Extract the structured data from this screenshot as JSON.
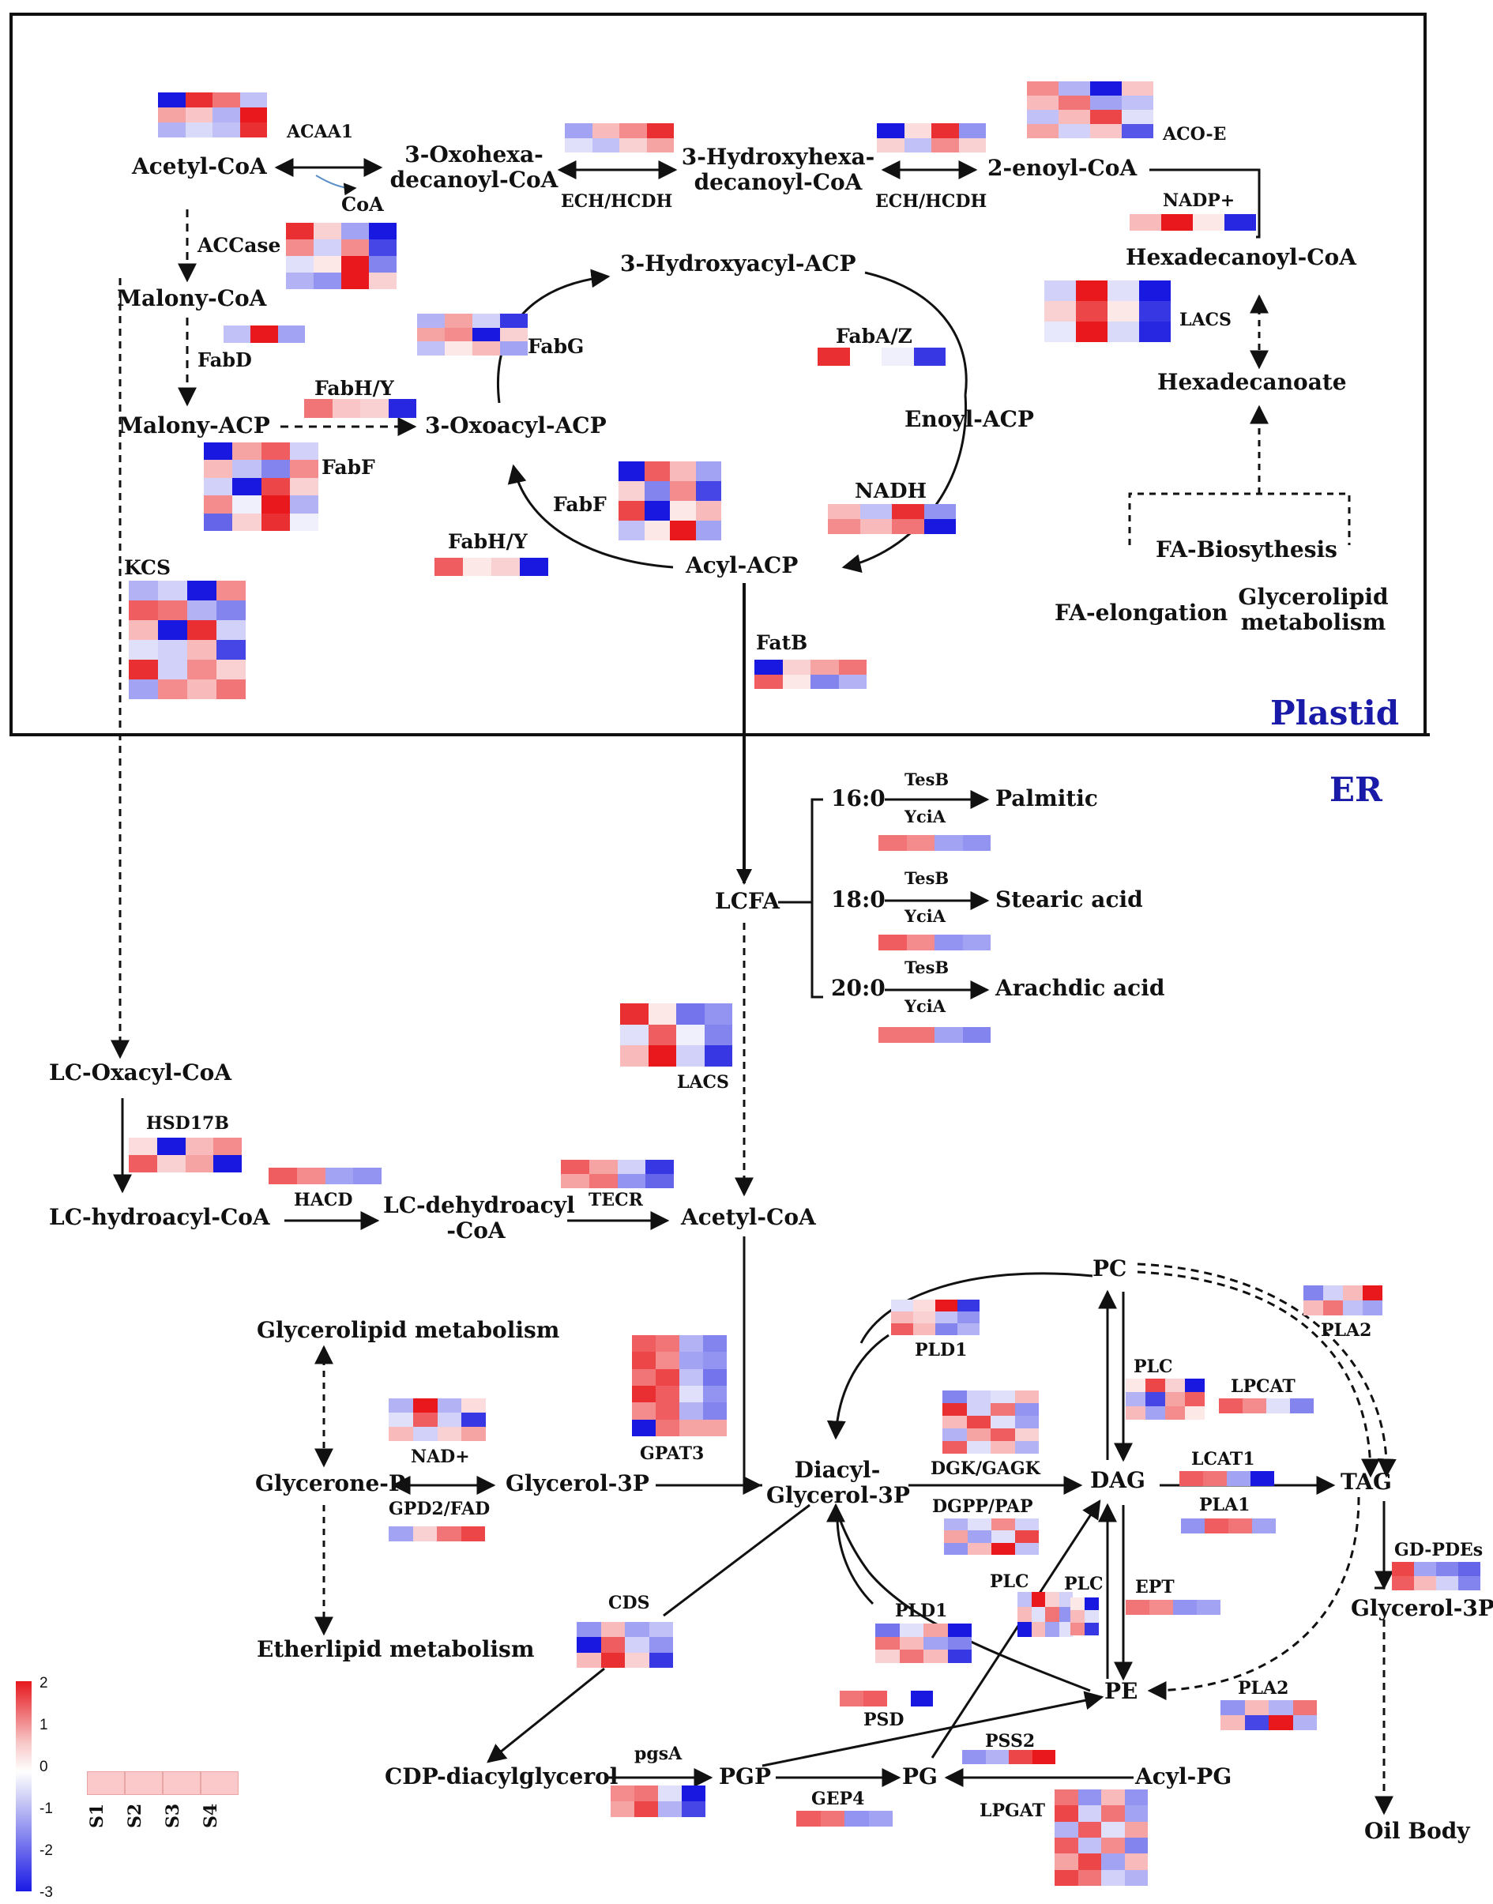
{
  "regions": {
    "plastid": "Plastid",
    "er": "ER"
  },
  "metabolites": {
    "acetyl_coa_top": "Acetyl-CoA",
    "oxohexa_1": "3-Oxohexa-",
    "oxohexa_2": "decanoyl-CoA",
    "hydroxyhexa_1": "3-Hydroxyhexa-",
    "hydroxyhexa_2": "decanoyl-CoA",
    "enoyl_coa": "2-enoyl-CoA",
    "coa": "CoA",
    "nadp": "NADP+",
    "hexadecanoyl_coa": "Hexadecanoyl-CoA",
    "hexadecanoate": "Hexadecanoate",
    "malony_coa": "Malony-CoA",
    "malony_acp": "Malony-ACP",
    "oxoacyl_acp": "3-Oxoacyl-ACP",
    "hydroxyacyl_acp": "3-Hydroxyacyl-ACP",
    "enoyl_acp": "Enoyl-ACP",
    "acyl_acp": "Acyl-ACP",
    "nadh": "NADH",
    "fa_biosynthesis": "FA-Biosythesis",
    "fa_elongation": "FA-elongation",
    "glycerolipid_met_1": "Glycerolipid",
    "glycerolipid_met_2": "metabolism",
    "lcfa": "LCFA",
    "c16": "16:0",
    "c18": "18:0",
    "c20": "20:0",
    "palmitic": "Palmitic",
    "stearic": "Stearic acid",
    "arachdic": "Arachdic acid",
    "lc_oxacyl_coa": "LC-Oxacyl-CoA",
    "lc_hydroacyl_coa": "LC-hydroacyl-CoA",
    "lc_dehydroacyl_1": "LC-dehydroacyl",
    "lc_dehydroacyl_2": "-CoA",
    "acetyl_coa_er": "Acetyl-CoA",
    "glycerolipid_metabolism": "Glycerolipid metabolism",
    "glycerone_p": "Glycerone-P",
    "glycerol_3p": "Glycerol-3P",
    "nad": "NAD+",
    "etherlipid": "Etherlipid metabolism",
    "diacyl_1": "Diacyl-",
    "diacyl_2": "Glycerol-3P",
    "pc": "PC",
    "dag": "DAG",
    "tag": "TAG",
    "pe": "PE",
    "glycerol_3p_right": "Glycerol-3P",
    "oil_body": "Oil Body",
    "cdp_dag": "CDP-diacylglycerol",
    "pgp": "PGP",
    "pg": "PG",
    "acyl_pg": "Acyl-PG"
  },
  "enzymes": {
    "acaa1": "ACAA1",
    "ech1": "ECH/HCDH",
    "ech2": "ECH/HCDH",
    "aco_e": "ACO-E",
    "accase": "ACCase",
    "lacs_top": "LACS",
    "fabd": "FabD",
    "fabg": "FabG",
    "fabaz": "FabA/Z",
    "fabhy1": "FabH/Y",
    "fabf1": "FabF",
    "fabf2": "FabF",
    "fabhy2": "FabH/Y",
    "kcs": "KCS",
    "fatb": "FatB",
    "tesb1": "TesB",
    "ycia1": "YciA",
    "tesb2": "TesB",
    "ycia2": "YciA",
    "tesb3": "TesB",
    "ycia3": "YciA",
    "lacs_er": "LACS",
    "hsd17b": "HSD17B",
    "hacd": "HACD",
    "tecr": "TECR",
    "gpd2": "GPD2/FAD",
    "gpat3": "GPAT3",
    "pld1_top": "PLD1",
    "pla2_top": "PLA2",
    "plc1": "PLC",
    "lpcat": "LPCAT",
    "dgk": "DGK/GAGK",
    "lcat1": "LCAT1",
    "dgpp": "DGPP/PAP",
    "pla1": "PLA1",
    "gd_pdes": "GD-PDEs",
    "plc2": "PLC",
    "plc3": "PLC",
    "ept": "EPT",
    "pld1_bot": "PLD1",
    "cds": "CDS",
    "pla2_bot": "PLA2",
    "psd": "PSD",
    "pss2": "PSS2",
    "pgsa": "pgsA",
    "gep4": "GEP4",
    "lpgat": "LPGAT"
  },
  "legend": {
    "ticks": [
      "2",
      "1",
      "0",
      "-1",
      "-2",
      "-3"
    ],
    "samples": [
      "S1",
      "S2",
      "S3",
      "S4"
    ]
  },
  "palette": {
    "red": "#e8181c",
    "blue": "#1818e0",
    "white": "#ffffff",
    "text": "#111111",
    "region": "#1a1aa8"
  },
  "heatmaps": {
    "acaa1": [
      [
        -3,
        1.8,
        1.2,
        -0.8
      ],
      [
        0.8,
        0.5,
        -1,
        2
      ],
      [
        -1,
        -0.5,
        -0.8,
        1.8
      ]
    ],
    "ech1": [
      [
        -1.2,
        0.6,
        1,
        1.8
      ],
      [
        -0.4,
        -0.8,
        0.4,
        0.8
      ]
    ],
    "ech2": [
      [
        -3,
        0.3,
        1.8,
        -1.4
      ],
      [
        0.4,
        -0.8,
        1,
        0.4
      ]
    ],
    "aco_e": [
      [
        1,
        -1,
        -3,
        0.5
      ],
      [
        0.6,
        1.2,
        -1.2,
        -0.8
      ],
      [
        -0.8,
        0.6,
        1.6,
        -0.4
      ],
      [
        0.8,
        -0.6,
        0.5,
        -2.2
      ]
    ],
    "accase": [
      [
        1.8,
        0.4,
        -1.2,
        -3
      ],
      [
        1,
        -0.6,
        1,
        -2.4
      ],
      [
        -0.4,
        0.2,
        2,
        -1.6
      ],
      [
        -1,
        -1.4,
        2.2,
        0.4
      ]
    ],
    "nadp": [
      [
        0.6,
        2,
        0.2,
        -2.8
      ]
    ],
    "lacs_top": [
      [
        -0.6,
        2,
        -0.4,
        -3
      ],
      [
        0.4,
        1.6,
        0.2,
        -2.6
      ],
      [
        -0.3,
        2.2,
        -0.5,
        -2.8
      ]
    ],
    "fabd": [
      [
        0,
        -0.8,
        2,
        -1.2
      ]
    ],
    "fabg": [
      [
        -1,
        0.8,
        -0.6,
        -2.6
      ],
      [
        0.8,
        1,
        -3,
        0.4
      ],
      [
        -0.8,
        0.2,
        0.6,
        -1.2
      ]
    ],
    "fabaz": [
      [
        1.8,
        0,
        -0.2,
        -2.6
      ]
    ],
    "fabhy1": [
      [
        1.2,
        0.5,
        0.4,
        -2.8
      ]
    ],
    "fabf1": [
      [
        -3,
        0.8,
        1.4,
        -0.6
      ],
      [
        0.6,
        -0.8,
        -1.6,
        1
      ],
      [
        -0.6,
        -3,
        1.6,
        0.4
      ],
      [
        1,
        -0.2,
        2.2,
        -1
      ],
      [
        -2,
        0.4,
        1.8,
        -0.2
      ]
    ],
    "fabf2": [
      [
        -3,
        1.4,
        0.6,
        -1.2
      ],
      [
        0.4,
        -1.6,
        1,
        -2.4
      ],
      [
        1.6,
        -3,
        0.2,
        0.6
      ],
      [
        -0.8,
        0.2,
        2,
        -1.2
      ]
    ],
    "nadh": [
      [
        0.6,
        -0.8,
        1.8,
        -1.4
      ],
      [
        1,
        0.6,
        1.2,
        -3
      ]
    ],
    "fabhy2": [
      [
        1.4,
        0.2,
        0.4,
        -3
      ]
    ],
    "kcs": [
      [
        -1,
        -0.6,
        -3,
        1
      ],
      [
        1.4,
        1.2,
        -1,
        -1.6
      ],
      [
        0.6,
        -3,
        1.8,
        -0.6
      ],
      [
        -0.4,
        -0.6,
        0.6,
        -2.4
      ],
      [
        1.8,
        -0.6,
        1,
        0.4
      ],
      [
        -1.2,
        1,
        0.6,
        1.2
      ]
    ],
    "fatb": [
      [
        -3,
        0.4,
        0.8,
        1.2
      ],
      [
        1.4,
        0.2,
        -1.6,
        -1
      ]
    ],
    "c16": [
      [
        1.2,
        1,
        -1.2,
        -1.4
      ]
    ],
    "c18": [
      [
        1.4,
        1,
        -1.4,
        -1.2
      ]
    ],
    "c20": [
      [
        1.2,
        1.2,
        -1.2,
        -1.6
      ]
    ],
    "lacs_er": [
      [
        1.8,
        0.2,
        -1.8,
        -1.4
      ],
      [
        -0.4,
        1.4,
        -0.2,
        -1.6
      ],
      [
        0.6,
        2.2,
        -0.6,
        -2.6
      ]
    ],
    "hsd17b": [
      [
        0.3,
        -3,
        0.6,
        1
      ],
      [
        1.4,
        0.4,
        0.8,
        -3
      ]
    ],
    "hacd": [
      [
        1.4,
        1,
        -1.2,
        -1.4
      ]
    ],
    "tecr": [
      [
        1.4,
        0.8,
        -0.6,
        -2.6
      ],
      [
        0.8,
        1.2,
        -1.4,
        -2
      ]
    ],
    "nad": [
      [
        -1,
        2,
        -1,
        0.3
      ],
      [
        -0.4,
        1.4,
        -0.6,
        -2.6
      ],
      [
        0.6,
        -0.6,
        0.4,
        0.8
      ]
    ],
    "gpd2": [
      [
        -1.2,
        0.4,
        1.2,
        1.6
      ]
    ],
    "gpat3": [
      [
        1.4,
        1.2,
        -1,
        -1.6
      ],
      [
        1.6,
        1,
        -1.2,
        -1.4
      ],
      [
        1.2,
        1.6,
        -0.8,
        -1.8
      ],
      [
        1.8,
        1.4,
        -0.4,
        -1.4
      ],
      [
        1,
        1.4,
        -1,
        -1.6
      ],
      [
        -3,
        1.2,
        0.8,
        0.8
      ]
    ],
    "pld1_top": [
      [
        -0.4,
        0.3,
        2,
        -2.6
      ],
      [
        0.6,
        0.4,
        -0.8,
        -1.4
      ],
      [
        1.4,
        0.6,
        -1.6,
        -1
      ]
    ],
    "pla2_top": [
      [
        -1.6,
        -0.6,
        0.6,
        2
      ],
      [
        0.6,
        1.2,
        -0.8,
        -1.2
      ]
    ],
    "plc1": [
      [
        0.2,
        1.6,
        0.4,
        -3
      ],
      [
        -1,
        -2.4,
        0.8,
        1.4
      ],
      [
        0.6,
        -1.2,
        1,
        0.2
      ]
    ],
    "lpcat": [
      [
        1.4,
        1,
        -0.4,
        -1.6
      ]
    ],
    "dgk": [
      [
        -1.6,
        -0.6,
        -0.4,
        0.6
      ],
      [
        1.8,
        -0.6,
        1.2,
        -1.4
      ],
      [
        0.6,
        1.6,
        -0.4,
        -1.2
      ],
      [
        -1,
        0.8,
        1.4,
        0.4
      ],
      [
        1.4,
        -0.4,
        0.6,
        -1
      ]
    ],
    "lcat1": [
      [
        1.4,
        1.2,
        -1.2,
        -3
      ]
    ],
    "dgpp": [
      [
        -1,
        -0.4,
        1,
        -0.6
      ],
      [
        0.8,
        -1.2,
        -0.4,
        1.6
      ],
      [
        -1.4,
        0.6,
        2,
        -0.8
      ]
    ],
    "pla1": [
      [
        -1.4,
        1.4,
        1.2,
        -1.2
      ]
    ],
    "gd_pdes": [
      [
        1.6,
        -1.2,
        -1.6,
        -2
      ],
      [
        1.4,
        0.6,
        -0.6,
        -1.6
      ]
    ],
    "plc2": [
      [
        -0.8,
        2.2,
        0.4,
        -0.6
      ],
      [
        0.6,
        -0.4,
        1.2,
        -1.4
      ],
      [
        -3,
        0.6,
        -1.2,
        -0.4
      ]
    ],
    "plc3": [
      [
        0.2,
        -3
      ],
      [
        0.6,
        -0.4
      ],
      [
        1,
        -2.6
      ]
    ],
    "ept": [
      [
        1.2,
        1,
        -1.4,
        -1.2
      ]
    ],
    "pld1_bot": [
      [
        -1.8,
        -0.4,
        0.8,
        -3
      ],
      [
        1.2,
        0.6,
        -1.2,
        -1.6
      ],
      [
        0.4,
        1.2,
        0.6,
        -2.6
      ]
    ],
    "cds": [
      [
        -1.4,
        0.6,
        -1.2,
        -0.8
      ],
      [
        -3,
        1.4,
        -0.6,
        -1.4
      ],
      [
        0.6,
        1.8,
        0.4,
        -2.6
      ]
    ],
    "pla2_bot": [
      [
        -1.4,
        0.6,
        -1,
        1.2
      ],
      [
        0.6,
        -2.4,
        2,
        -1
      ]
    ],
    "psd_a": [
      [
        1.2,
        1.4
      ]
    ],
    "psd_b": [
      [
        -3
      ]
    ],
    "pss2": [
      [
        -1.4,
        -1,
        1.6,
        2
      ]
    ],
    "pgsa": [
      [
        1,
        1.2,
        -0.4,
        -3
      ],
      [
        0.8,
        1.6,
        -1,
        -2.4
      ]
    ],
    "gep4": [
      [
        1.4,
        1.2,
        -1.4,
        -1.2
      ]
    ],
    "lpgat": [
      [
        1.2,
        -1.4,
        0.6,
        -1.4
      ],
      [
        1.6,
        -0.6,
        1.2,
        -1.2
      ],
      [
        -1,
        1.4,
        -0.4,
        0.8
      ],
      [
        1.4,
        -0.8,
        1,
        -1.6
      ],
      [
        0.8,
        1.6,
        -1.2,
        0.6
      ],
      [
        1.6,
        1.2,
        -0.6,
        -1
      ]
    ]
  }
}
